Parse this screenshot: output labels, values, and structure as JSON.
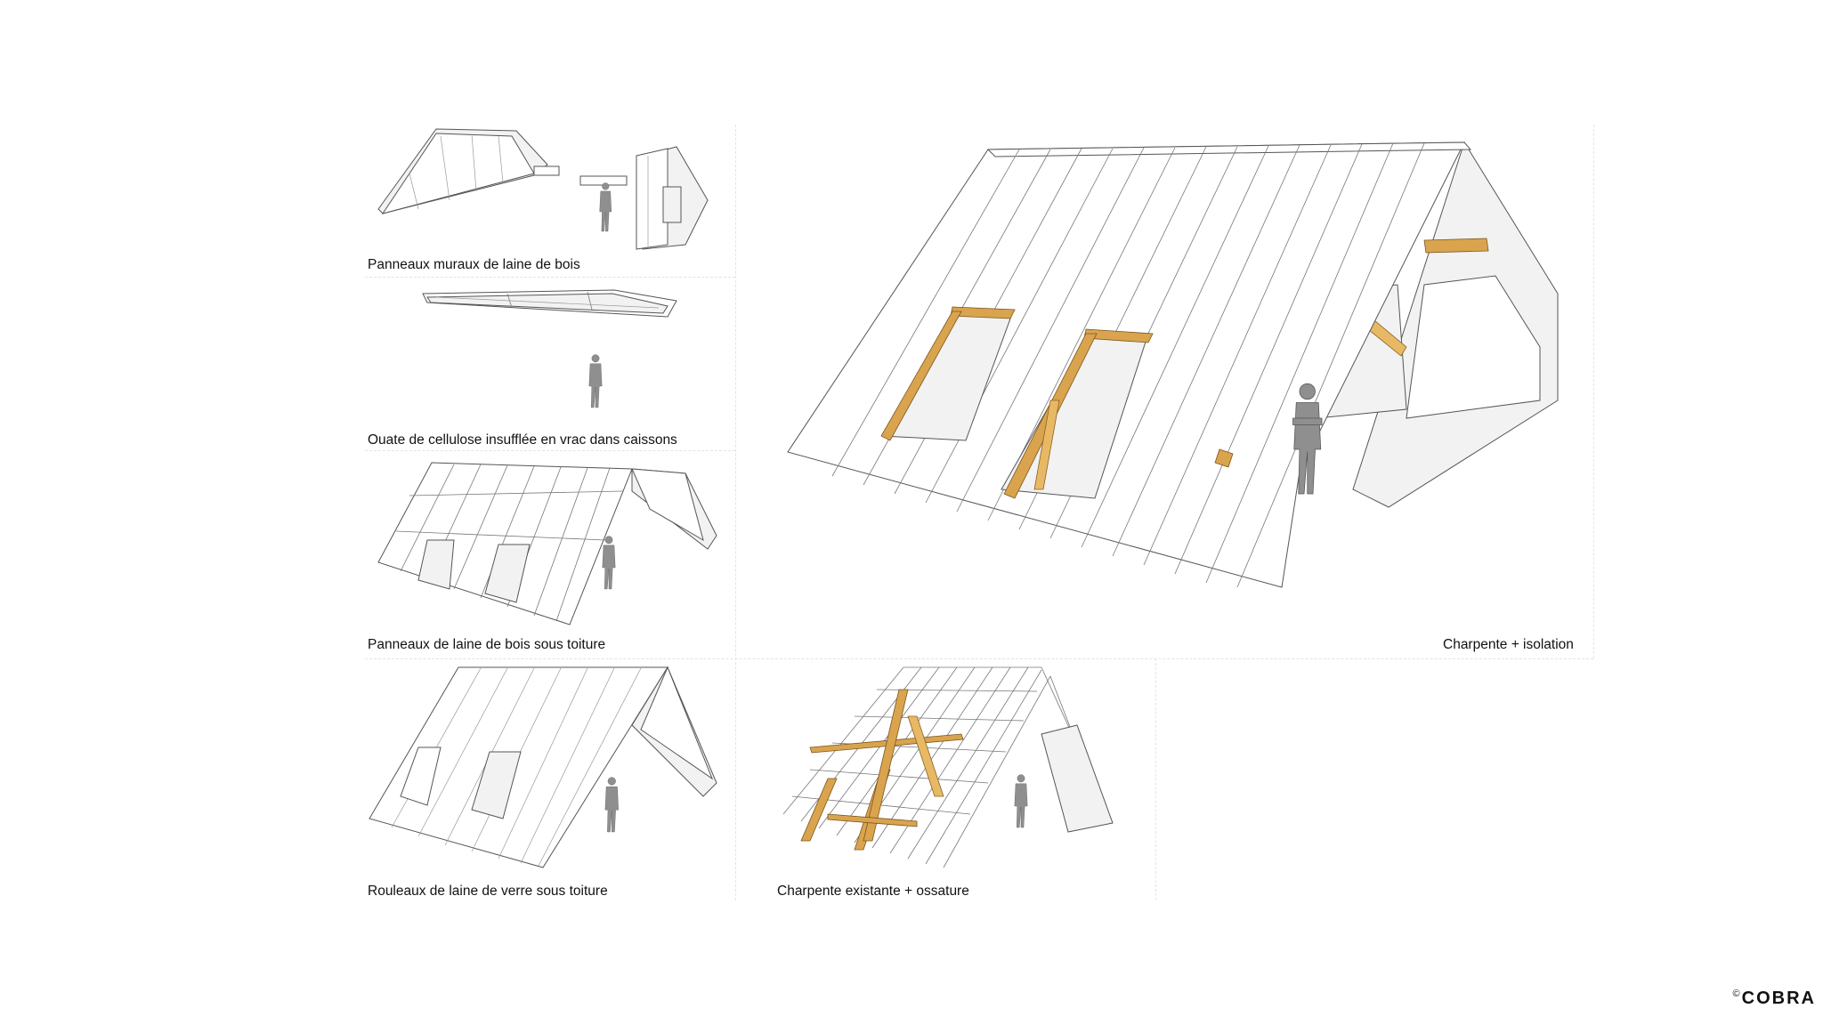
{
  "panels": [
    {
      "id": "wall-panels",
      "label": "Panneaux muraux de laine de bois"
    },
    {
      "id": "cellulose",
      "label": "Ouate de cellulose insufflée en vrac dans caissons"
    },
    {
      "id": "roof-panels",
      "label": "Panneaux de laine de bois sous toiture"
    },
    {
      "id": "glass-wool",
      "label": "Rouleaux de laine de verre sous toiture"
    },
    {
      "id": "existing-frame",
      "label": "Charpente existante + ossature"
    },
    {
      "id": "frame-insulation",
      "label": "Charpente + isolation"
    }
  ],
  "credit": {
    "symbol": "©",
    "brand": "COBRA"
  },
  "colors": {
    "wood": "#d9a44d",
    "figure": "#8f8f8f",
    "outline": "#555555"
  },
  "icons": [
    "person-figure"
  ]
}
